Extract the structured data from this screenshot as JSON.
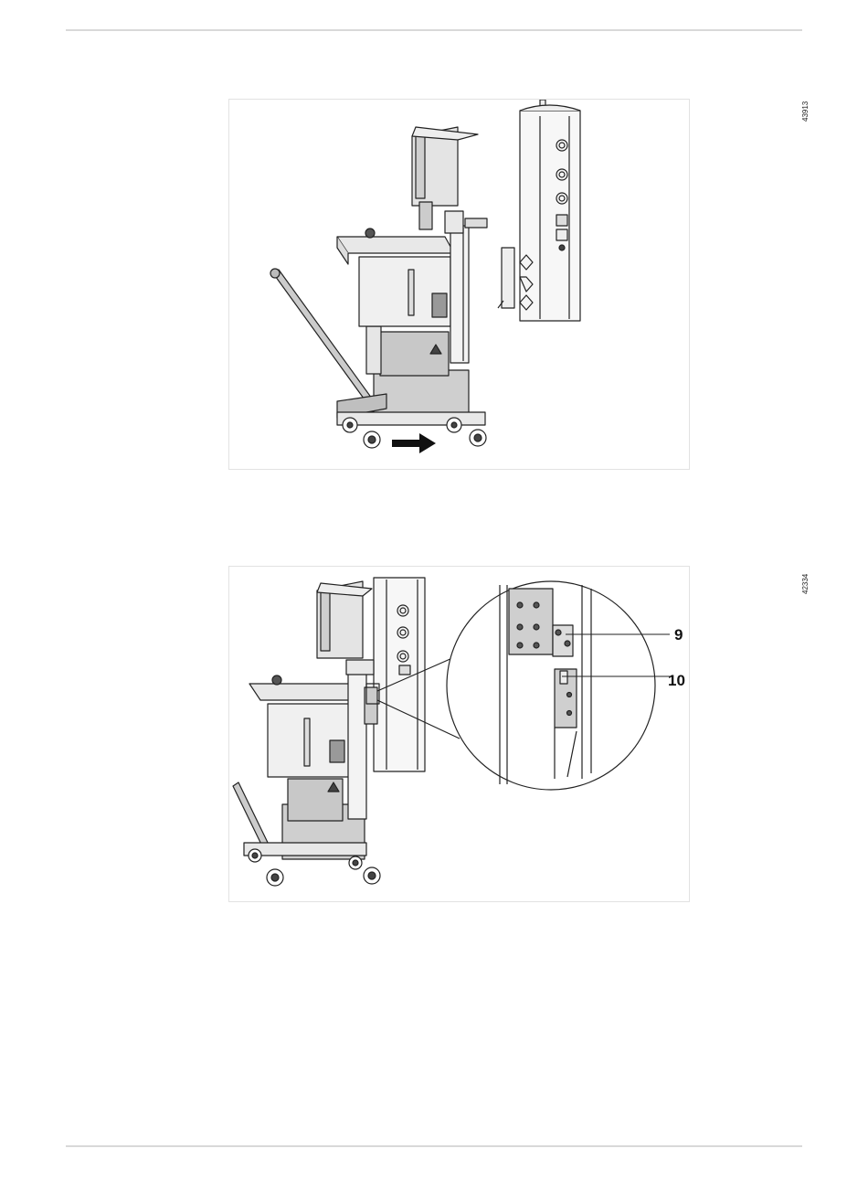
{
  "figures": [
    {
      "id_label": "43913"
    },
    {
      "id_label": "42334",
      "callouts": [
        "9",
        "10"
      ]
    }
  ],
  "colors": {
    "line": "#222222",
    "fill_gray": "#d0d0d0",
    "fill_light": "#f2f2f2",
    "arrow": "#111111"
  }
}
